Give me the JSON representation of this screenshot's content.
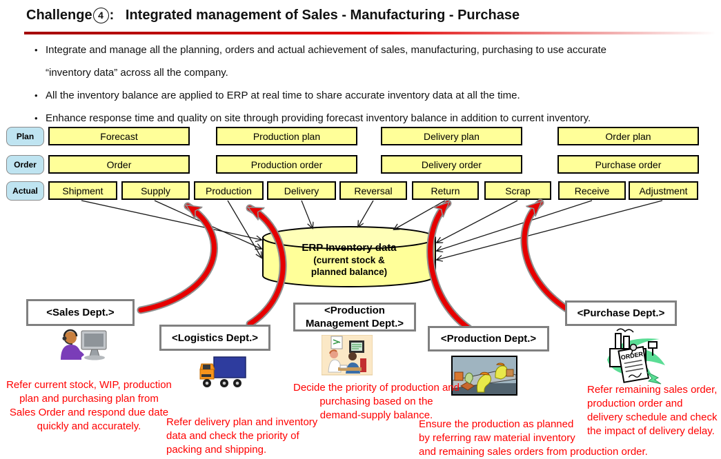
{
  "title": {
    "prefix": "Challenge",
    "circled_number": "4",
    "rest": ":   Integrated management of Sales - Manufacturing - Purchase"
  },
  "bullets": [
    "Integrate and manage all the planning, orders and actual achievement of sales, manufacturing, purchasing to use accurate\n“inventory data” across all the company.",
    "All the inventory balance are applied to ERP at real time to share accurate inventory data at all the time.",
    "Enhance response time and quality on site through providing forecast inventory balance in addition to current inventory."
  ],
  "row_labels": {
    "plan": "Plan",
    "order": "Order",
    "actual": "Actual"
  },
  "rows": {
    "plan": [
      "Forecast",
      "Production plan",
      "Delivery plan",
      "Order plan"
    ],
    "order": [
      "Order",
      "Production order",
      "Delivery order",
      "Purchase order"
    ],
    "actual": [
      "Shipment",
      "Supply",
      "Production",
      "Delivery",
      "Reversal",
      "Return",
      "Scrap",
      "Receive",
      "Adjustment"
    ]
  },
  "erp_cylinder": {
    "title": "ERP Inventory data",
    "subtitle_line1": "(current stock &",
    "subtitle_line2": "planned balance)"
  },
  "departments": {
    "sales": {
      "label": "<Sales Dept.>",
      "icon": "operator-at-computer",
      "note": "Refer current stock, WIP, production\nplan and purchasing plan from\nSales Order and respond due date\nquickly and accurately."
    },
    "logistics": {
      "label": "<Logistics Dept.>",
      "icon": "delivery-truck",
      "note": "Refer delivery plan and inventory\ndata and check the priority of\npacking and shipping."
    },
    "production_management": {
      "label": "<Production\nManagement Dept.>",
      "icon": "planners-at-desk",
      "note": "Decide the priority of production and\npurchasing based on the\ndemand-supply balance."
    },
    "production": {
      "label": "<Production Dept.>",
      "icon": "factory-workers",
      "note": "Ensure the production as planned\nby referring raw material inventory\nand remaining sales orders from production order."
    },
    "purchase": {
      "label": "<Purchase Dept.>",
      "icon": "order-document-factory",
      "icon_doc_text": "ORDER",
      "note": "Refer remaining sales order,\nproduction order and\ndelivery schedule and check\nthe impact of delivery delay."
    }
  },
  "colors": {
    "box_yellow": "#FFFF99",
    "label_blue": "#BFE4F1",
    "note_red": "#FF0000",
    "arrow_red": "#E60000",
    "arrow_outline_gray": "#8F8F8F",
    "dept_border_gray": "#808080",
    "title_underline_red": "#A40000"
  }
}
